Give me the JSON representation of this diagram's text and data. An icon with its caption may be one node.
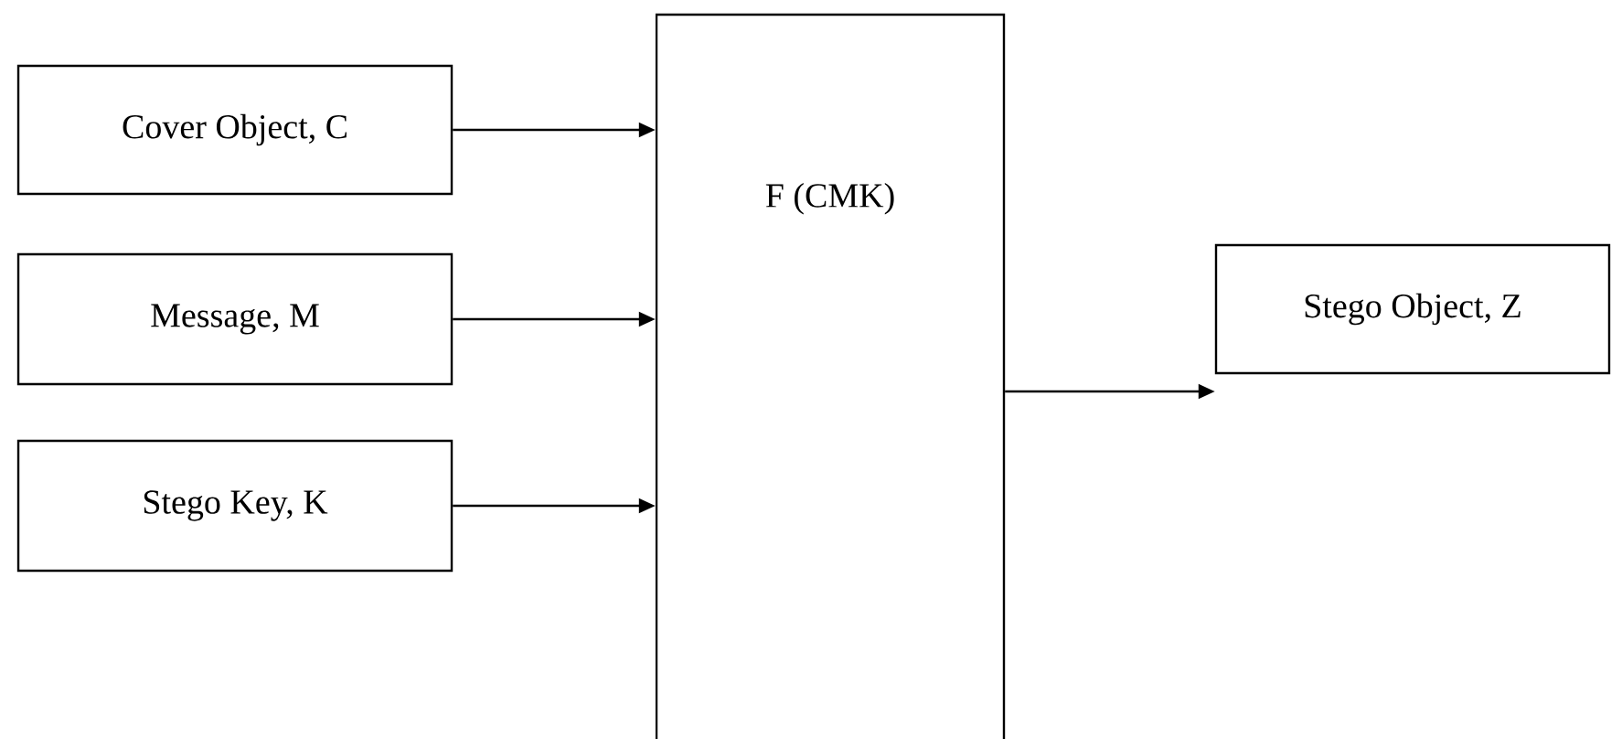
{
  "diagram": {
    "nodes": [
      {
        "text": [
          "Cover Object, C"
        ]
      },
      {
        "text": [
          "Message, M"
        ]
      },
      {
        "text": [
          "Stego Key, K"
        ]
      },
      {
        "text": [
          "F (CMK)"
        ]
      },
      {
        "text": [
          "Stego Object, Z"
        ]
      }
    ],
    "edges": [
      {
        "from": 0,
        "to": 3,
        "arrow": "to"
      },
      {
        "from": 1,
        "to": 3,
        "arrow": "to"
      },
      {
        "from": 2,
        "to": 3,
        "arrow": "to"
      },
      {
        "from": 3,
        "to": 4,
        "arrow": "to"
      }
    ]
  }
}
